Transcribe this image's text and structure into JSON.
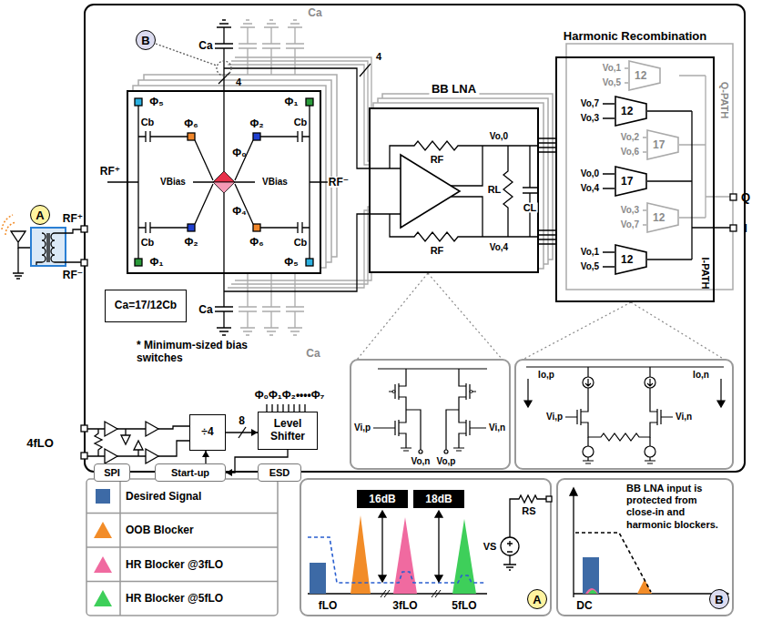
{
  "diagram": {
    "nodes": [
      {
        "text": [
          "BB LNA"
        ]
      },
      {
        "text": [
          "Harmonic Recombination"
        ]
      },
      {
        "text": [
          "12"
        ],
        "in": 1
      },
      {
        "text": [
          "12"
        ],
        "in": 1
      },
      {
        "text": [
          "17"
        ],
        "in": 1
      },
      {
        "text": [
          "17"
        ],
        "in": 1
      },
      {
        "text": [
          "12"
        ],
        "in": 1
      },
      {
        "text": [
          "12"
        ],
        "in": 1
      },
      {
        "text": [
          "Ca=17/12Cb"
        ]
      },
      {
        "text": [
          "÷4"
        ]
      },
      {
        "text": [
          "Level Shifter"
        ]
      },
      {
        "text": [
          "SPI"
        ]
      },
      {
        "text": [
          "Start-up"
        ]
      },
      {
        "text": [
          "ESD"
        ]
      },
      {
        "text": [
          "A"
        ]
      },
      {
        "text": [
          "B"
        ]
      },
      {
        "text": [
          "16dB"
        ]
      },
      {
        "text": [
          "18dB"
        ]
      },
      {
        "text": [
          "A"
        ]
      },
      {
        "text": [
          "B"
        ]
      }
    ],
    "edges": [
      {
        "from": 9,
        "to": 10,
        "arrow": "to",
        "label": "8"
      },
      {
        "from": 10,
        "to": 12,
        "arrow": "to"
      },
      {
        "from": 12,
        "to": 9,
        "arrow": "to"
      },
      {
        "from": 0,
        "to": 1,
        "arrow": "none"
      }
    ],
    "labels": [
      "RF⁺",
      "RF⁻",
      "RF⁺",
      "RF⁻",
      "Ca",
      "Ca",
      "Ca",
      "Ca",
      "Cb",
      "Cb",
      "Cb",
      "Cb",
      "Φ₅",
      "Φ₁",
      "Φ₆",
      "Φ₂",
      "Φ₀",
      "Φ₄",
      "Φ₂",
      "Φ₆",
      "Φ₁",
      "Φ₅",
      "VBias",
      "VBias",
      "4",
      "4",
      "* Minimum-sized bias switches",
      "RF",
      "RF",
      "Vo,0",
      "Vo,4",
      "RL",
      "CL",
      "Vo,1",
      "Vo,5",
      "Vo,7",
      "Vo,3",
      "Vo,2",
      "Vo,6",
      "Vo,0",
      "Vo,4",
      "Vo,3",
      "Vo,7",
      "Vo,1",
      "Vo,5",
      "Q-PATH",
      "I-PATH",
      "Q",
      "I",
      "4fLO",
      "Φ₀Φ₁Φ₂••••Φ₇",
      "Vi,p",
      "Vi,n",
      "Vo,n",
      "Vo,p",
      "Io,p",
      "Io,n",
      "Vi,p",
      "Vi,n",
      "fLO",
      "3fLO",
      "5fLO",
      "RS",
      "VS",
      "BB LNA input is protected from close-in and harmonic blockers.",
      "DC"
    ],
    "legend": [
      {
        "text": "Desired Signal",
        "color": "#3d6aa6"
      },
      {
        "text": "OOB Blocker",
        "color": "#f28c28"
      },
      {
        "text": "HR Blocker @3fLO",
        "color": "#f06aa0"
      },
      {
        "text": "HR Blocker @5fLO",
        "color": "#3ecf5a"
      }
    ]
  }
}
